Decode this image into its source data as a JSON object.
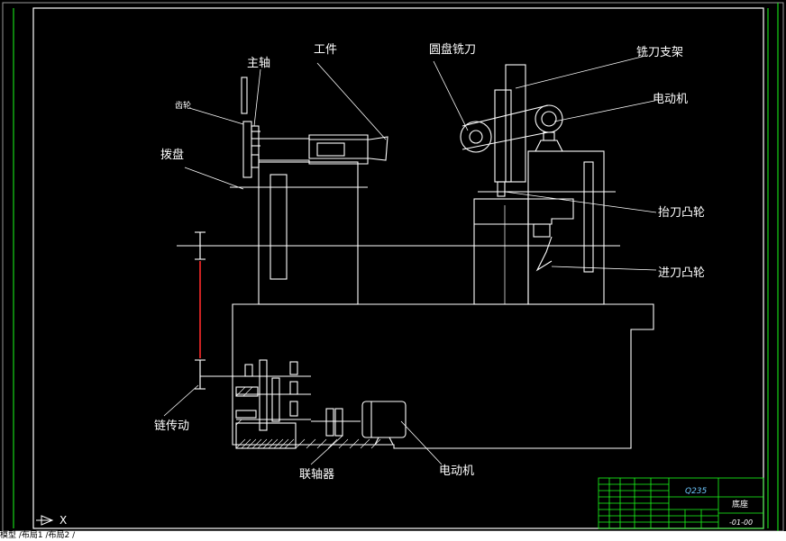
{
  "labels": {
    "spindle": "主轴",
    "workpiece": "工件",
    "disc_cutter": "圆盘铣刀",
    "cutter_bracket": "铣刀支架",
    "motor_top": "电动机",
    "gear": "齿轮",
    "dial": "拨盘",
    "lift_cam": "抬刀凸轮",
    "feed_cam": "进刀凸轮",
    "chain_drive": "链传动",
    "coupling": "联轴器",
    "motor_bottom": "电动机"
  },
  "title_block": {
    "material": "Q235",
    "part_name": "底座",
    "drawing_no": "-01-00"
  },
  "ucs": {
    "axis_x": "X"
  },
  "status_bar": "模型 /布局1 /布局2 /"
}
